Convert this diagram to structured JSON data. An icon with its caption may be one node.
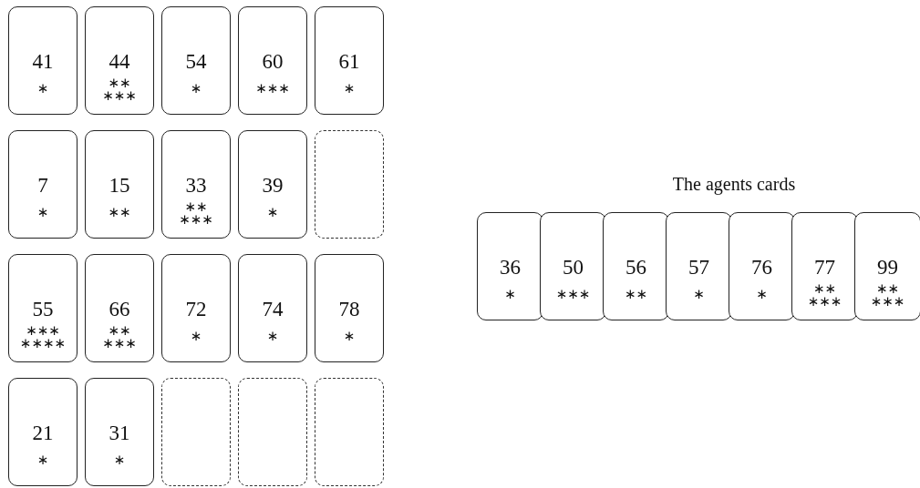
{
  "diagram": {
    "nodes": [
      {
        "text": [
          "41",
          "∗"
        ]
      },
      {
        "text": [
          "44",
          "∗∗",
          "∗∗∗"
        ]
      },
      {
        "text": [
          "54",
          "∗"
        ]
      },
      {
        "text": [
          "60",
          "∗∗∗"
        ]
      },
      {
        "text": [
          "61",
          "∗"
        ]
      },
      {
        "text": [
          "7",
          "∗"
        ]
      },
      {
        "text": [
          "15",
          "∗∗"
        ]
      },
      {
        "text": [
          "33",
          "∗∗",
          "∗∗∗"
        ]
      },
      {
        "text": [
          "39",
          "∗"
        ]
      },
      {
        "text": [],
        "shape": "box"
      },
      {
        "text": [
          "55",
          "∗∗∗",
          "∗∗∗∗"
        ]
      },
      {
        "text": [
          "66",
          "∗∗",
          "∗∗∗"
        ]
      },
      {
        "text": [
          "72",
          "∗"
        ]
      },
      {
        "text": [
          "74",
          "∗"
        ]
      },
      {
        "text": [
          "78",
          "∗"
        ]
      },
      {
        "text": [
          "21",
          "∗"
        ]
      },
      {
        "text": [
          "31",
          "∗"
        ]
      },
      {
        "text": [],
        "shape": "box"
      },
      {
        "text": [],
        "shape": "box"
      },
      {
        "text": [],
        "shape": "box"
      },
      {
        "text": [
          "36",
          "∗"
        ]
      },
      {
        "text": [
          "50",
          "∗∗∗"
        ]
      },
      {
        "text": [
          "56",
          "∗∗"
        ]
      },
      {
        "text": [
          "57",
          "∗"
        ]
      },
      {
        "text": [
          "76",
          "∗"
        ]
      },
      {
        "text": [
          "77",
          "∗∗",
          "∗∗∗"
        ]
      },
      {
        "text": [
          "99",
          "∗∗",
          "∗∗∗"
        ]
      }
    ],
    "labels": [
      "The agents cards"
    ]
  }
}
